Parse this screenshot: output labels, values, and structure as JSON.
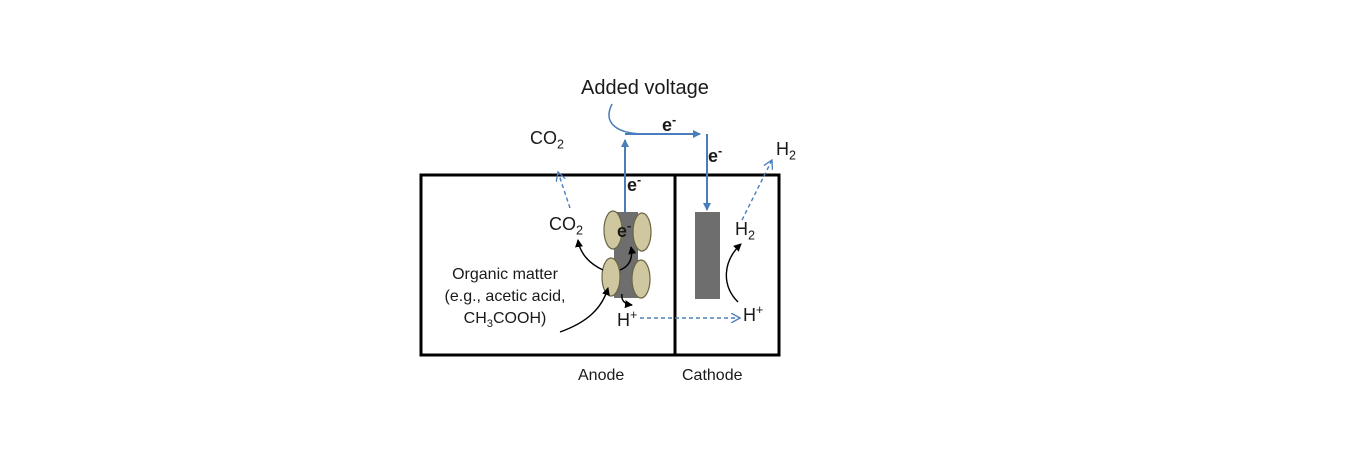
{
  "title": "Added voltage",
  "electrons": {
    "symbol": "e",
    "charge": "-"
  },
  "species": {
    "co2_base": "CO",
    "co2_sub": "2",
    "h2_base": "H",
    "h2_sub": "2",
    "proton_base": "H",
    "proton_charge": "+"
  },
  "organic": {
    "line1": "Organic matter",
    "line2": "(e.g., acetic acid,",
    "line3_pre": "CH",
    "line3_sub": "3",
    "line3_post": "COOH)"
  },
  "chambers": {
    "anode": "Anode",
    "cathode": "Cathode"
  },
  "colors": {
    "electron_flow": "#4a7ebb",
    "gas_flow": "#4a7ebb",
    "electrode": "#6e6e6e",
    "bacteria": "#cfc7a0",
    "bacteria_stroke": "#6b6545",
    "outline": "#000000"
  }
}
